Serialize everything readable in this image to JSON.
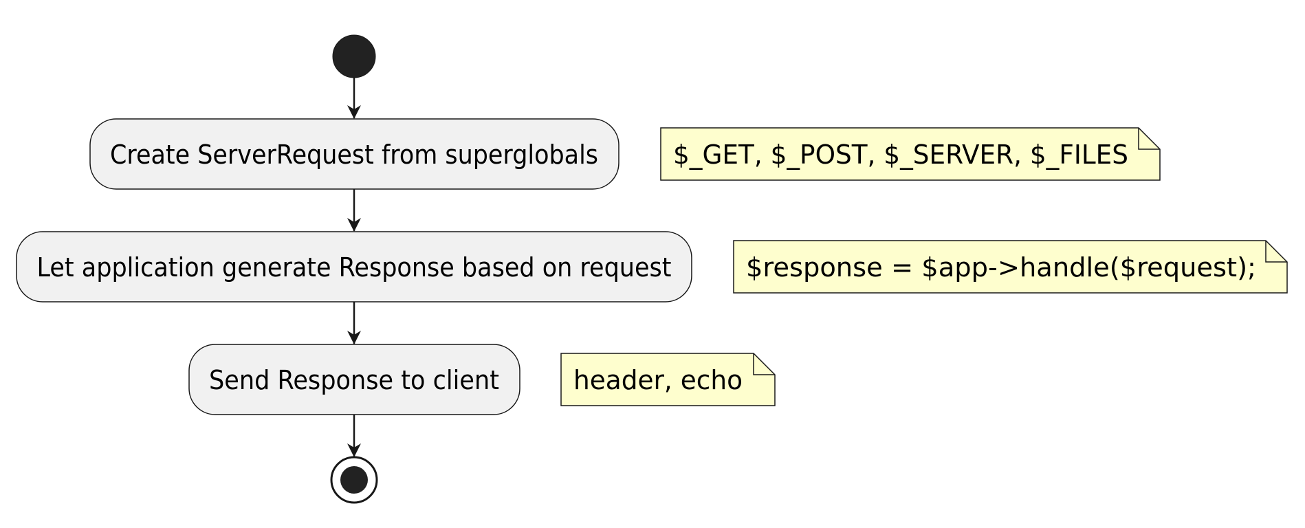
{
  "diagram": {
    "type": "activity",
    "colors": {
      "stroke": "#181818",
      "node_fill": "#222222",
      "activity_fill": "#f1f1f1",
      "note_fill": "#fefece",
      "background": "#ffffff"
    },
    "activities": [
      {
        "label": "Create ServerRequest from superglobals"
      },
      {
        "label": "Let application generate Response based on request"
      },
      {
        "label": "Send Response to client"
      }
    ],
    "notes": [
      {
        "text": "$_GET, $_POST, $_SERVER, $_FILES",
        "attached_to": 0
      },
      {
        "text": "$response = $app->handle($request);",
        "attached_to": 1
      },
      {
        "text": "header, echo",
        "attached_to": 2
      }
    ]
  }
}
